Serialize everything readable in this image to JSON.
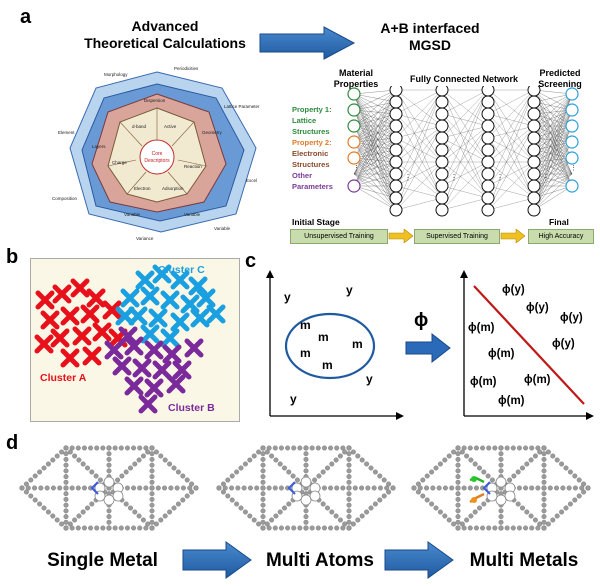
{
  "panels": {
    "a": "a",
    "b": "b",
    "c": "c",
    "d": "d"
  },
  "panel_a": {
    "left_title_1": "Advanced",
    "left_title_2": "Theoretical Calculations",
    "right_title_1": "A+B interfaced",
    "right_title_2": "MGSD",
    "heptagon_outer": [
      "Morphology",
      "Periodicities",
      "Lattice Parameter",
      "Excel",
      "Variable",
      "Variance",
      "Composition",
      "Element"
    ],
    "heptagon_mid": [
      "Dispersion",
      "Layers Model",
      "Lattice Parameter",
      "Variable"
    ],
    "heptagon_inner": [
      "d-band center",
      "Active sites",
      "Geometry effect",
      "Charge transfer",
      "Reaction barriers",
      "Electron density",
      "Adsorption Energy"
    ],
    "core": "Core Descriptors",
    "nn_input_header": "Material Properties",
    "nn_hidden_header": "Fully Connected Network",
    "nn_output_header": "Predicted Screening",
    "properties": [
      {
        "text": "Property 1:",
        "color": "#2e8b3e"
      },
      {
        "text": "Lattice",
        "color": "#2e8b3e"
      },
      {
        "text": "Structures",
        "color": "#2e8b3e"
      },
      {
        "text": "Property 2:",
        "color": "#e07a2a"
      },
      {
        "text": "Electronic",
        "color": "#8b4a2a"
      },
      {
        "text": "Structures",
        "color": "#8b4a2a"
      },
      {
        "text": "Other",
        "color": "#7a3a9a"
      },
      {
        "text": "Parameters",
        "color": "#7a3a9a"
      }
    ],
    "initial_stage": "Initial Stage",
    "final": "Final",
    "stages": [
      "Unsupervised Training",
      "Supervised Training",
      "High Accuracy"
    ]
  },
  "panel_b": {
    "cluster_a": "Cluster A",
    "cluster_b": "Cluster B",
    "cluster_c": "Cluster C",
    "colors": {
      "a": "#e8101a",
      "b": "#7a2a9a",
      "c": "#1aa0e0"
    }
  },
  "panel_c": {
    "left_y": "y",
    "left_m": "m",
    "phi": "ϕ",
    "right_phi_y": "ϕ(y)",
    "right_phi_m": "ϕ(m)"
  },
  "panel_d": {
    "labels": [
      "Single Metal",
      "Multi Atoms",
      "Multi Metals"
    ]
  }
}
